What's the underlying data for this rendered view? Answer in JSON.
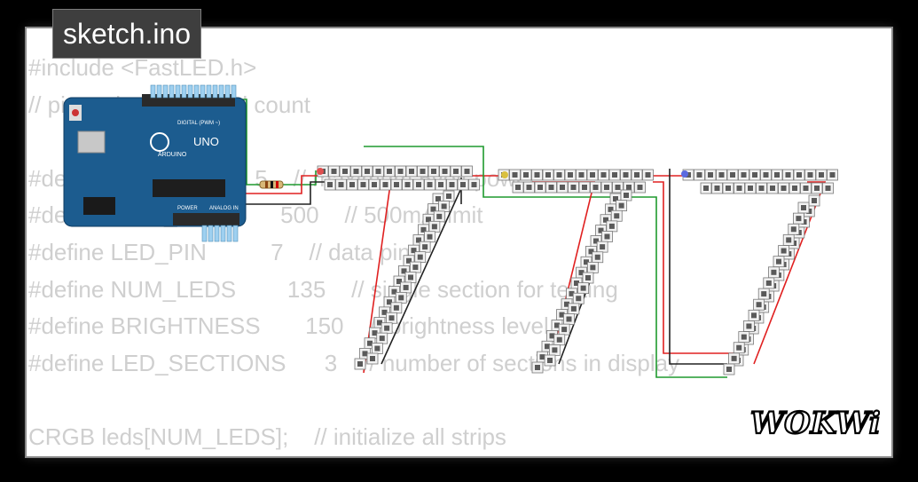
{
  "file_tab": {
    "label": "sketch.ino"
  },
  "code_lines": [
    "#include <FastLED.h>",
    "// pin, voltage and led count",
    "",
    "#define VOLTS           5    // maximum 5volt power",
    "#define PWR_LIMIT       500    // 500mA limit",
    "#define LED_PIN          7    // data pin",
    "#define NUM_LEDS        135    // single section for testing",
    "#define BRIGHTNESS       150    // brightness level",
    "#define LED_SECTIONS      3    // number of sections in display",
    "",
    "CRGB leds[NUM_LEDS];    // initialize all strips"
  ],
  "board": {
    "label_uno": "UNO",
    "label_brand": "ARDUINO",
    "label_digital": "DIGITAL (PWM ~)",
    "label_power": "POWER",
    "label_analog": "ANALOG IN"
  },
  "logo": {
    "text": "WOKWi"
  },
  "colors": {
    "board": "#1c5c8f",
    "wire_red": "#e02020",
    "wire_green": "#1f9a2e",
    "wire_black": "#222222",
    "led_body": "#f2f2f2",
    "led_die": "#5a5a5a"
  }
}
